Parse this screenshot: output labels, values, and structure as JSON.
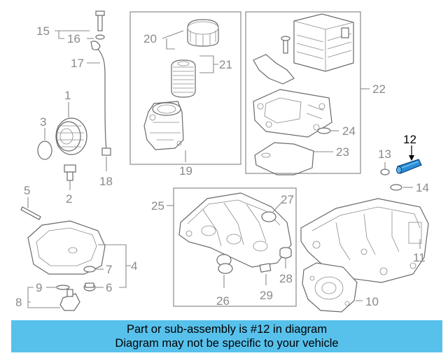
{
  "highlighted_part": "12",
  "callouts": {
    "c1": "1",
    "c2": "2",
    "c3": "3",
    "c4": "4",
    "c5": "5",
    "c6": "6",
    "c7": "7",
    "c8": "8",
    "c9": "9",
    "c10": "10",
    "c11": "11",
    "c12": "12",
    "c13": "13",
    "c14": "14",
    "c15": "15",
    "c16": "16",
    "c17": "17",
    "c18": "18",
    "c19": "19",
    "c20": "20",
    "c21": "21",
    "c22": "22",
    "c23": "23",
    "c24": "24",
    "c25": "25",
    "c26": "26",
    "c27": "27",
    "c28": "28",
    "c29": "29"
  },
  "colors": {
    "banner": "#57c1ec",
    "highlight_part": "#2a8fd6",
    "line_art": "#6a6a6a"
  },
  "banner": {
    "line1": "Part or sub-assembly is #12 in diagram",
    "line2": "Diagram may not be specific to your vehicle"
  }
}
